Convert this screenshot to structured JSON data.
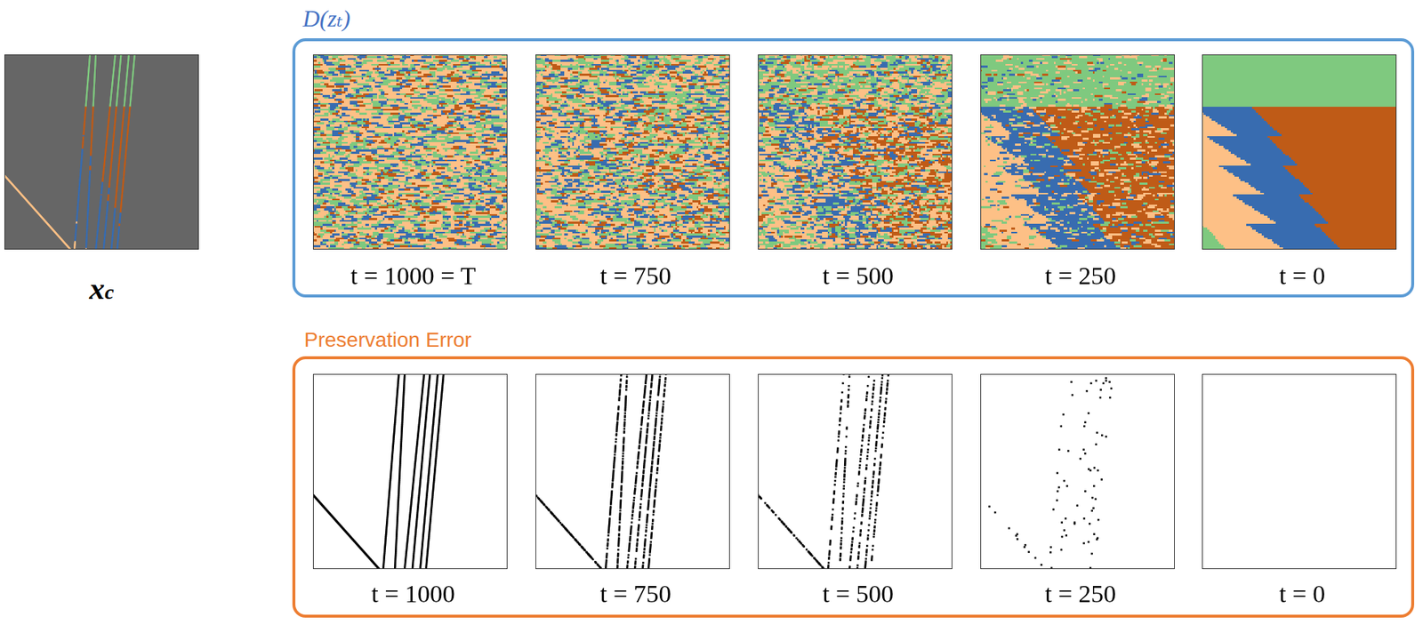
{
  "diagram": {
    "nodes": [
      {
        "text": [
          "D(zₜ)",
          "t = 1000 = T",
          "t = 750",
          "t = 500",
          "t = 250",
          "t = 0"
        ]
      },
      {
        "text": [
          "Preservation Error",
          "t = 1000",
          "t = 750",
          "t = 500",
          "t = 250",
          "t = 0"
        ]
      }
    ],
    "labels": [
      "xc"
    ]
  }
}
